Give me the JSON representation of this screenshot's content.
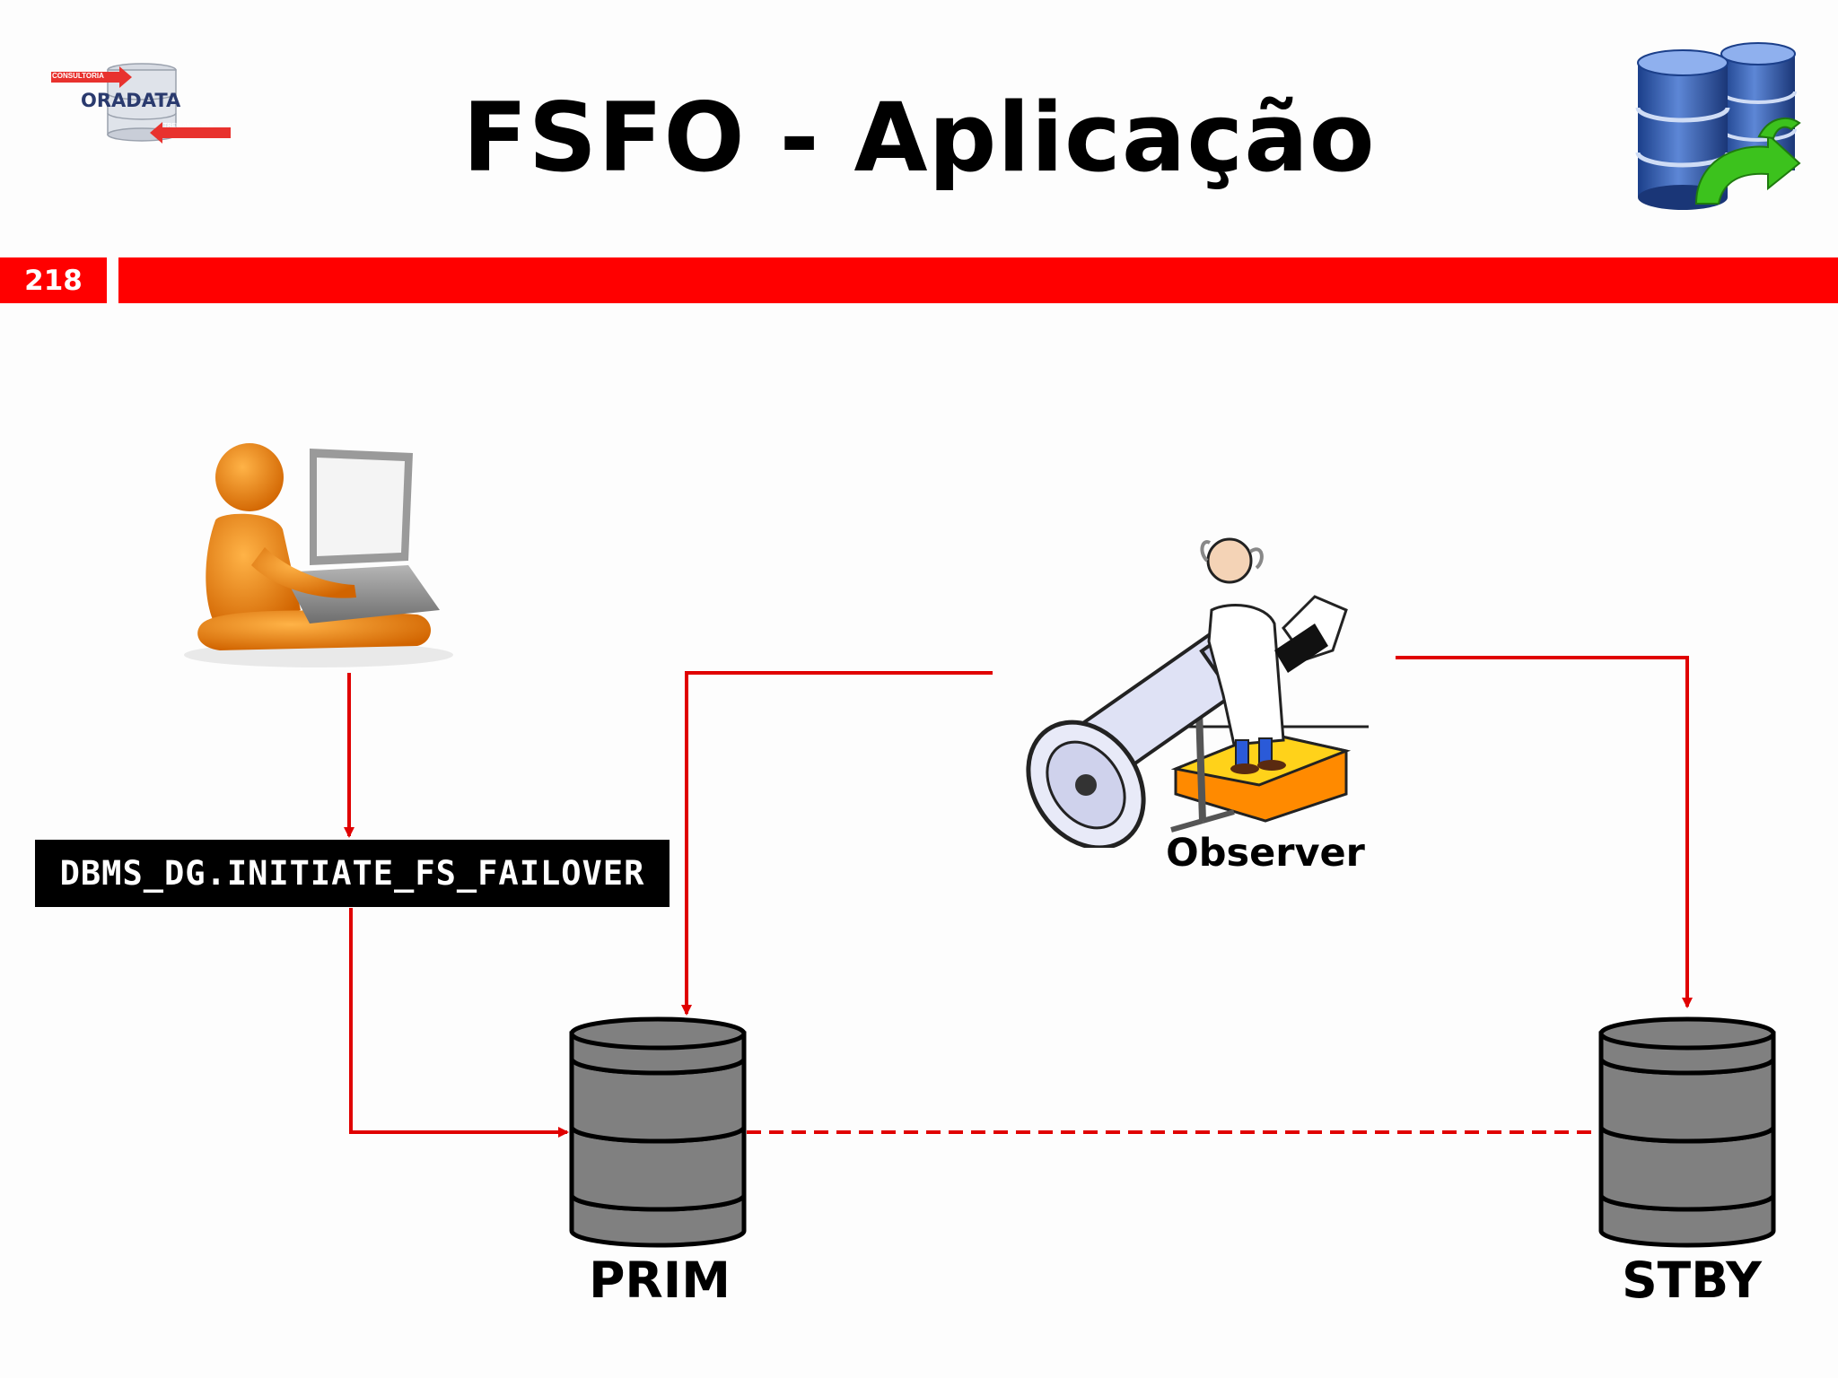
{
  "slide": {
    "title": "FSFO - Aplicação",
    "page_number": "218"
  },
  "logo": {
    "brand": "ORADATA",
    "top_tag": "CONSULTORIA",
    "bottom_tag": "TREINAMENTOS"
  },
  "diagram": {
    "command": "DBMS_DG.INITIATE_FS_FAILOVER",
    "observer_label": "Observer",
    "primary_label": "PRIM",
    "standby_label": "STBY"
  },
  "colors": {
    "accent": "#ff0000",
    "command_bg": "#000000",
    "db_fill": "#808080"
  },
  "icons": [
    "database-sync-icon",
    "user-laptop-icon",
    "observer-scientist-icon",
    "database-icon"
  ]
}
